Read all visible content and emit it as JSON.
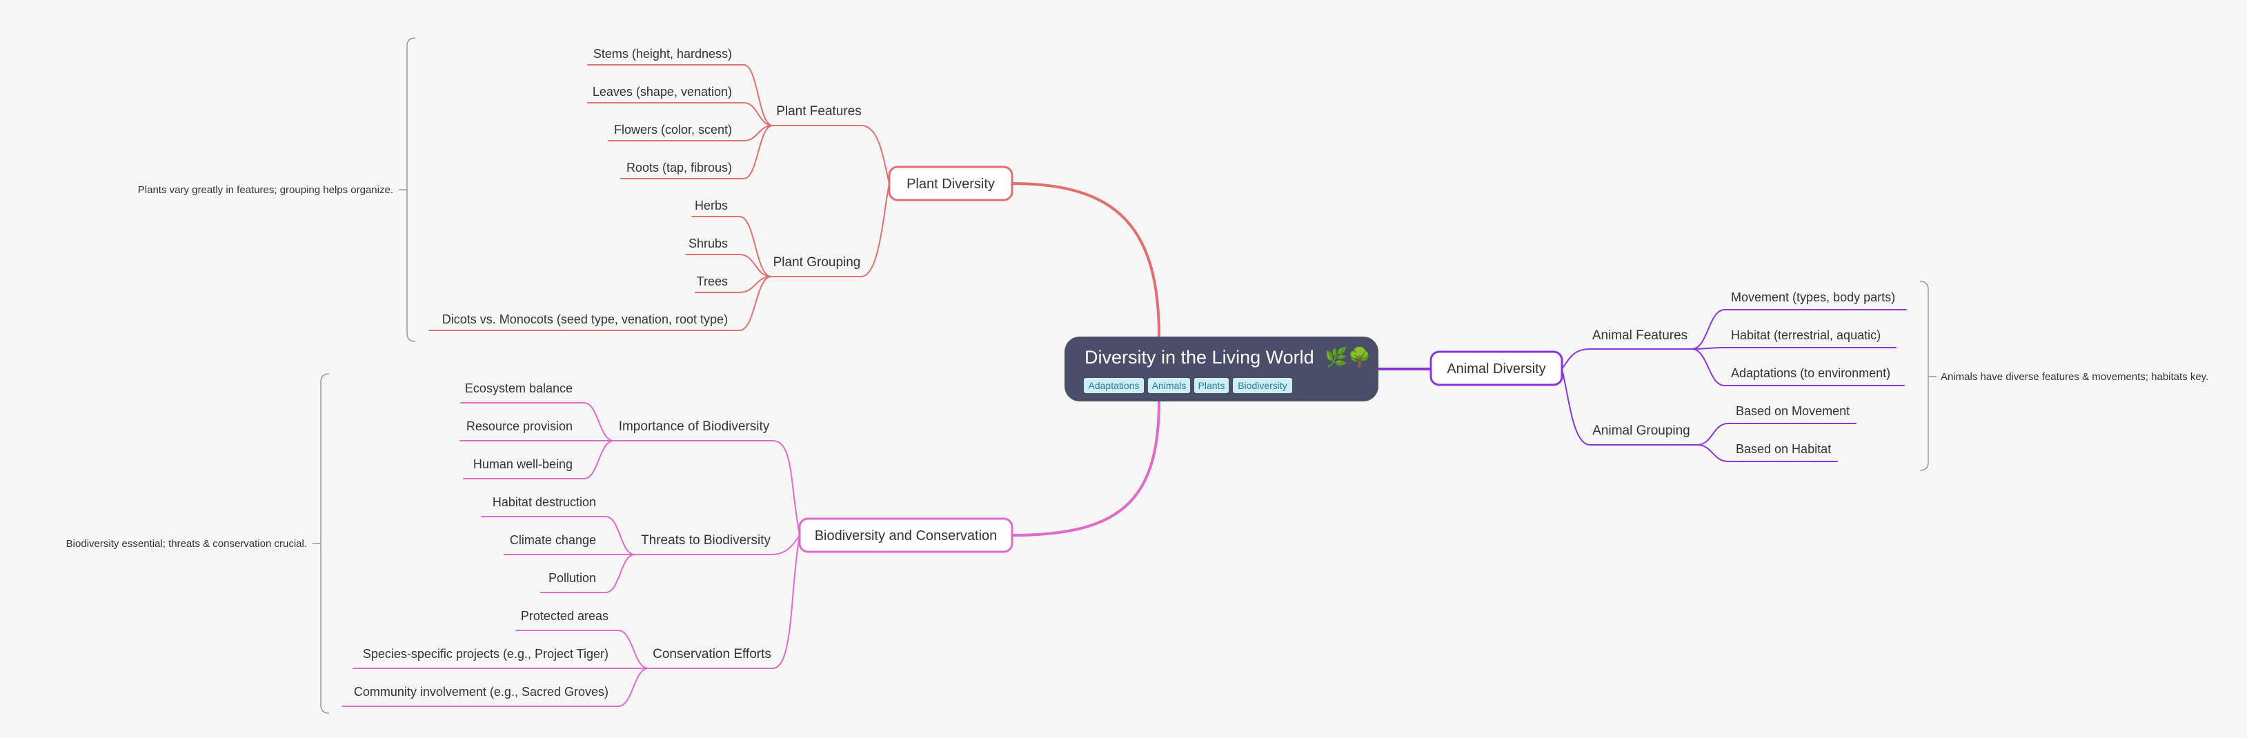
{
  "colors": {
    "background": "#f6f6f6",
    "root_fill": "#4b4e69",
    "root_text": "#ffffff",
    "tag_fill": "#cdeef5",
    "tag_text": "#2b7c94",
    "plant_branch": "#e07070",
    "animal_branch": "#8a35d6",
    "conservation_branch": "#e06ac9",
    "bracket": "#999999",
    "text": "#333333"
  },
  "root": {
    "title": "Diversity in the Living World",
    "emoji": "🌿🌳",
    "tags": [
      "Adaptations",
      "Animals",
      "Plants",
      "Biodiversity"
    ]
  },
  "branches": {
    "plant": {
      "label": "Plant Diversity",
      "note": "Plants vary greatly in features; grouping helps organize.",
      "subs": [
        {
          "label": "Plant Features",
          "leaves": [
            "Stems (height, hardness)",
            "Leaves (shape, venation)",
            "Flowers (color, scent)",
            "Roots (tap, fibrous)"
          ]
        },
        {
          "label": "Plant Grouping",
          "leaves": [
            "Herbs",
            "Shrubs",
            "Trees",
            "Dicots vs. Monocots (seed type, venation, root type)"
          ]
        }
      ]
    },
    "animal": {
      "label": "Animal Diversity",
      "note": "Animals have diverse features & movements; habitats key.",
      "subs": [
        {
          "label": "Animal Features",
          "leaves": [
            "Movement (types, body parts)",
            "Habitat (terrestrial, aquatic)",
            "Adaptations (to environment)"
          ]
        },
        {
          "label": "Animal Grouping",
          "leaves": [
            "Based on Movement",
            "Based on Habitat"
          ]
        }
      ]
    },
    "conservation": {
      "label": "Biodiversity and Conservation",
      "note": "Biodiversity essential; threats & conservation crucial.",
      "subs": [
        {
          "label": "Importance of Biodiversity",
          "leaves": [
            "Ecosystem balance",
            "Resource provision",
            "Human well-being"
          ]
        },
        {
          "label": "Threats to Biodiversity",
          "leaves": [
            "Habitat destruction",
            "Climate change",
            "Pollution"
          ]
        },
        {
          "label": "Conservation Efforts",
          "leaves": [
            "Protected areas",
            "Species-specific projects (e.g., Project Tiger)",
            "Community involvement (e.g., Sacred Groves)"
          ]
        }
      ]
    }
  }
}
